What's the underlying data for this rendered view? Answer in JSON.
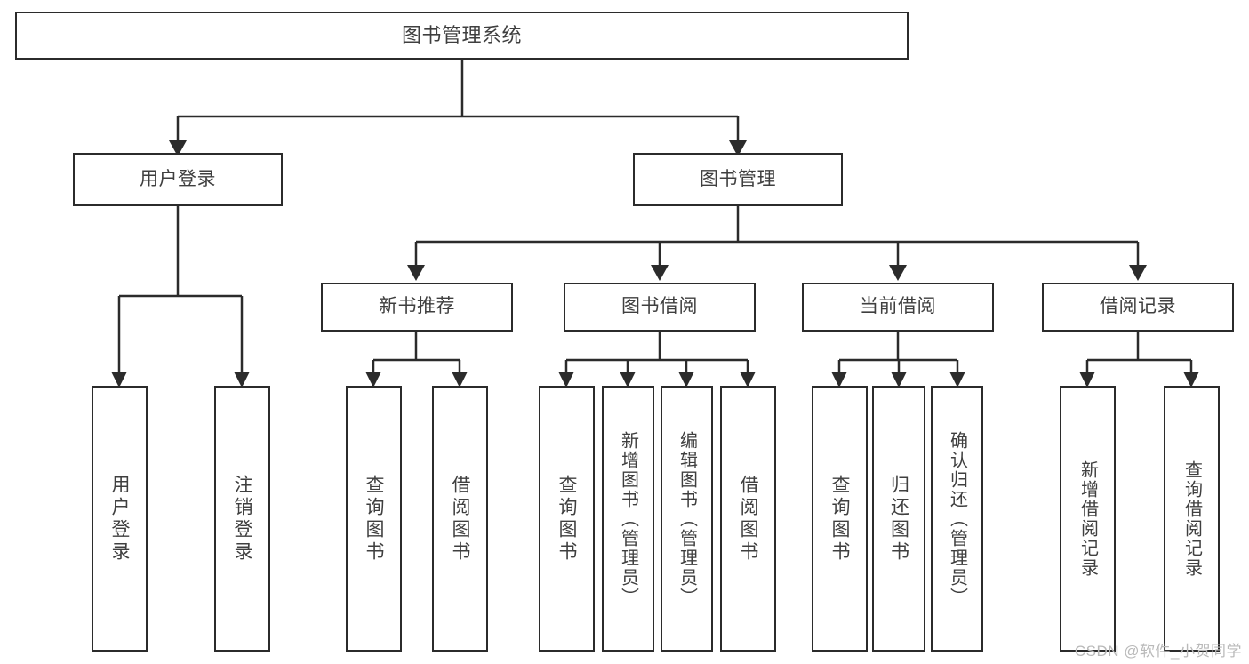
{
  "diagram": {
    "type": "tree-hierarchy",
    "title": "图书管理系统",
    "root": {
      "label": "图书管理系统"
    },
    "level1": [
      {
        "label": "用户登录"
      },
      {
        "label": "图书管理"
      }
    ],
    "level2": [
      {
        "label": "新书推荐"
      },
      {
        "label": "图书借阅"
      },
      {
        "label": "当前借阅"
      },
      {
        "label": "借阅记录"
      }
    ],
    "leaves": {
      "user_login": [
        {
          "label": "用户登录"
        },
        {
          "label": "注销登录"
        }
      ],
      "new_book_recommend": [
        {
          "label": "查询图书"
        },
        {
          "label": "借阅图书"
        }
      ],
      "book_borrow": [
        {
          "label": "查询图书"
        },
        {
          "label": "新增图书（管理员）"
        },
        {
          "label": "编辑图书（管理员）"
        },
        {
          "label": "借阅图书"
        }
      ],
      "current_borrow": [
        {
          "label": "查询图书"
        },
        {
          "label": "归还图书"
        },
        {
          "label": "确认归还（管理员）"
        }
      ],
      "borrow_record": [
        {
          "label": "新增借阅记录"
        },
        {
          "label": "查询借阅记录"
        }
      ]
    }
  },
  "watermark": {
    "text": "CSDN @软件_小贺同学"
  },
  "colors": {
    "stroke": "#2b2b2b",
    "text": "#3f3f3f",
    "background": "#ffffff",
    "watermark": "#b9b9b9"
  }
}
